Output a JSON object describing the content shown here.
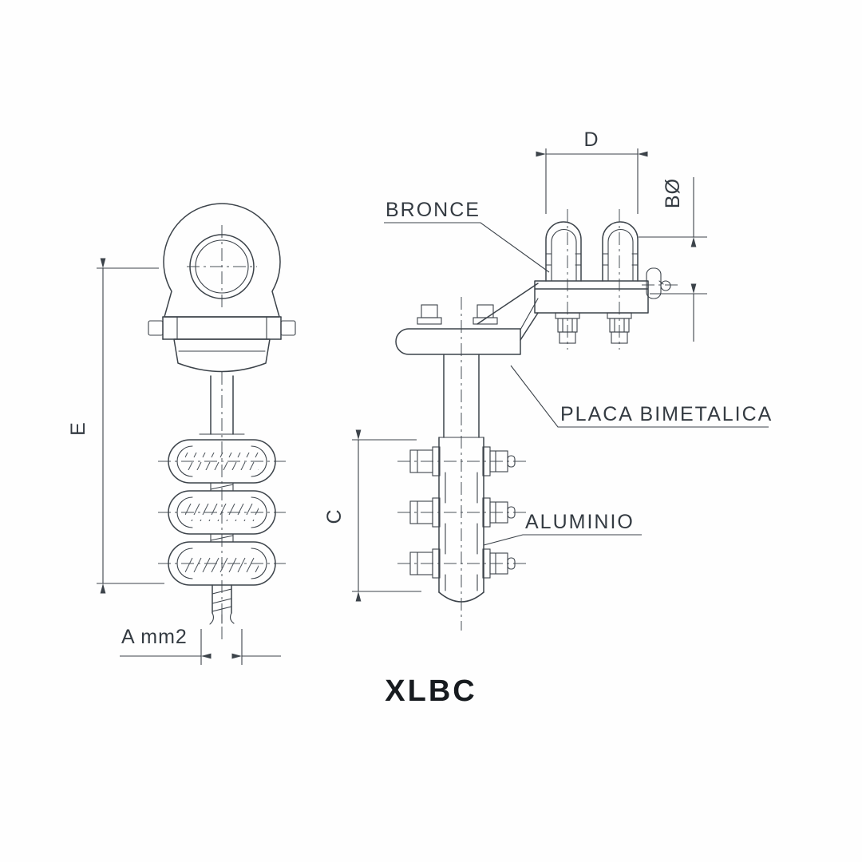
{
  "drawing": {
    "title": "XLBC",
    "part_labels": {
      "bronce": "BRONCE",
      "placa_bimetalica": "PLACA BIMETALICA",
      "aluminio": "ALUMINIO"
    },
    "dimension_labels": {
      "width_top": "D",
      "bolt_diameter": "BØ",
      "overall_height": "E",
      "clamp_height": "C",
      "conductor_area": "A mm2"
    },
    "colors": {
      "line": "#3c434a",
      "label_text": "#343b42",
      "title_text": "#171b1f",
      "background": "#fefefe"
    }
  }
}
